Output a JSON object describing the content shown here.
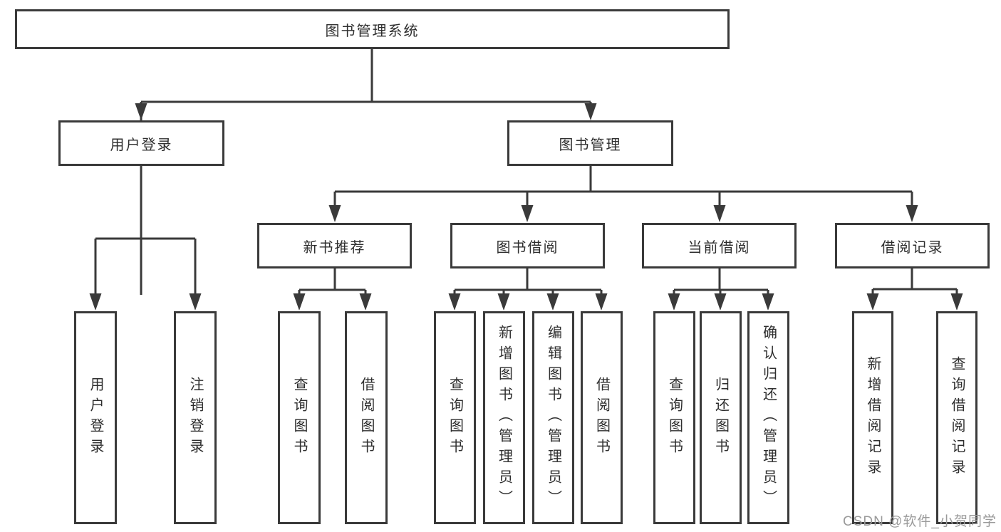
{
  "tree": {
    "root": {
      "label": "图书管理系统"
    },
    "branches": [
      {
        "label": "用户登录",
        "children": [
          {
            "label": "用户登录"
          },
          {
            "label": "注销登录"
          }
        ]
      },
      {
        "label": "图书管理",
        "children": [
          {
            "label": "新书推荐",
            "children": [
              {
                "label": "查询图书"
              },
              {
                "label": "借阅图书"
              }
            ]
          },
          {
            "label": "图书借阅",
            "children": [
              {
                "label": "查询图书"
              },
              {
                "label": "新增图书（管理员）"
              },
              {
                "label": "编辑图书（管理员）"
              },
              {
                "label": "借阅图书"
              }
            ]
          },
          {
            "label": "当前借阅",
            "children": [
              {
                "label": "查询图书"
              },
              {
                "label": "归还图书"
              },
              {
                "label": "确认归还（管理员）"
              }
            ]
          },
          {
            "label": "借阅记录",
            "children": [
              {
                "label": "新增借阅记录"
              },
              {
                "label": "查询借阅记录"
              }
            ]
          }
        ]
      }
    ]
  },
  "watermark": {
    "text": "CSDN @软件_小贺同学"
  },
  "colors": {
    "line": "#3a3a3a",
    "text": "#2e2e2e",
    "box_background": "#ffffff",
    "watermark": "#9a9a9a"
  }
}
